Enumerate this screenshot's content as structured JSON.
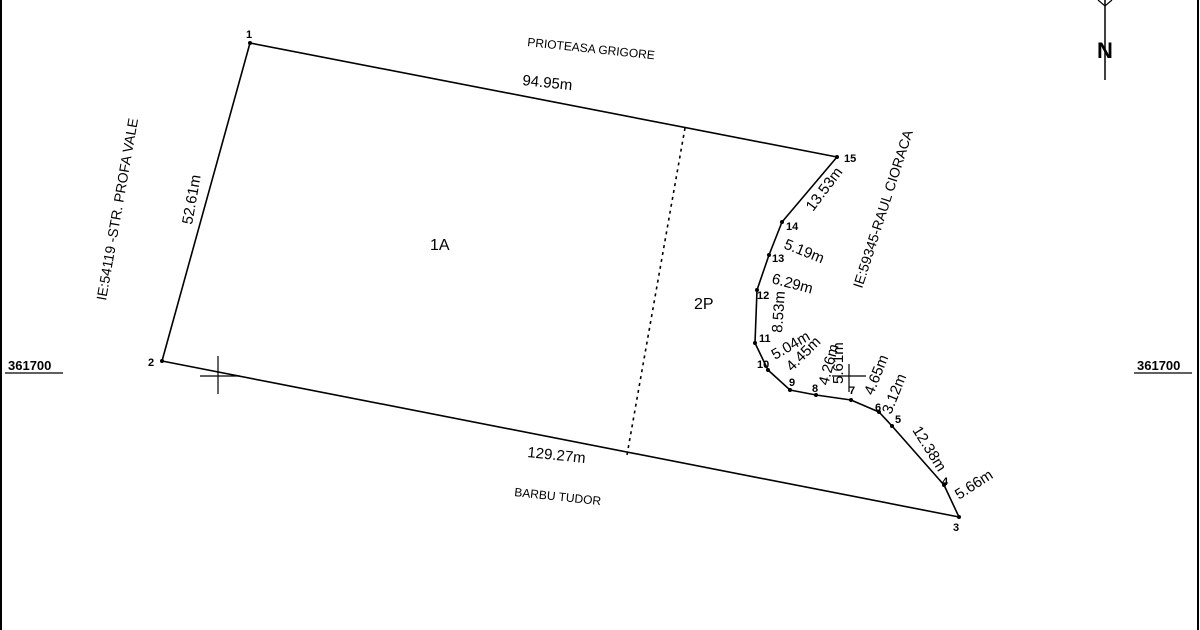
{
  "plan": {
    "north_label": "N",
    "grid_coord_left": "361700",
    "grid_coord_right": "361700",
    "neighbors": {
      "north": "PRIOTEASA GRIGORE",
      "south": "BARBU TUDOR",
      "west": "IE:54119 -STR. PROFA VALE",
      "east": "IE:59345-RAUL CIORACA"
    },
    "parcels": {
      "first": "1A",
      "second": "2P"
    },
    "lengths": {
      "s1_15": "94.95m",
      "s1_2": "52.61m",
      "s2_3": "129.27m",
      "s15_14": "13.53m",
      "s14_13": "5.19m",
      "s13_12": "6.29m",
      "s12_11": "8.53m",
      "s11_10": "5.04m",
      "s10_9": "4.45m",
      "s9_8": "4.26m",
      "s8_7": "5.61m",
      "s7_6": "4.65m",
      "s6_5": "3.12m",
      "s5_4": "12.38m",
      "s4_3": "5.66m"
    },
    "points": {
      "p1": "1",
      "p2": "2",
      "p3": "3",
      "p4": "4",
      "p5": "5",
      "p6": "6",
      "p7": "7",
      "p8": "8",
      "p9": "9",
      "p10": "10",
      "p11": "11",
      "p12": "12",
      "p13": "13",
      "p14": "14",
      "p15": "15"
    }
  }
}
